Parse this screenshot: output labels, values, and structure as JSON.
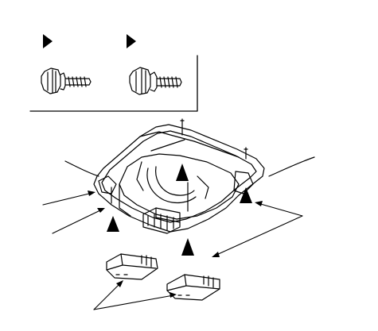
{
  "diagram": {
    "fastener_legend": [
      {
        "marker": "triangle-marker",
        "part": "flange-bolt"
      },
      {
        "marker": "triangle-marker",
        "part": "flange-bolt"
      }
    ],
    "assembly": "overhead-console-housing",
    "clips": [
      "retaining-clip",
      "retaining-clip"
    ],
    "colors": {
      "line": "#000000",
      "background": "#ffffff"
    }
  }
}
